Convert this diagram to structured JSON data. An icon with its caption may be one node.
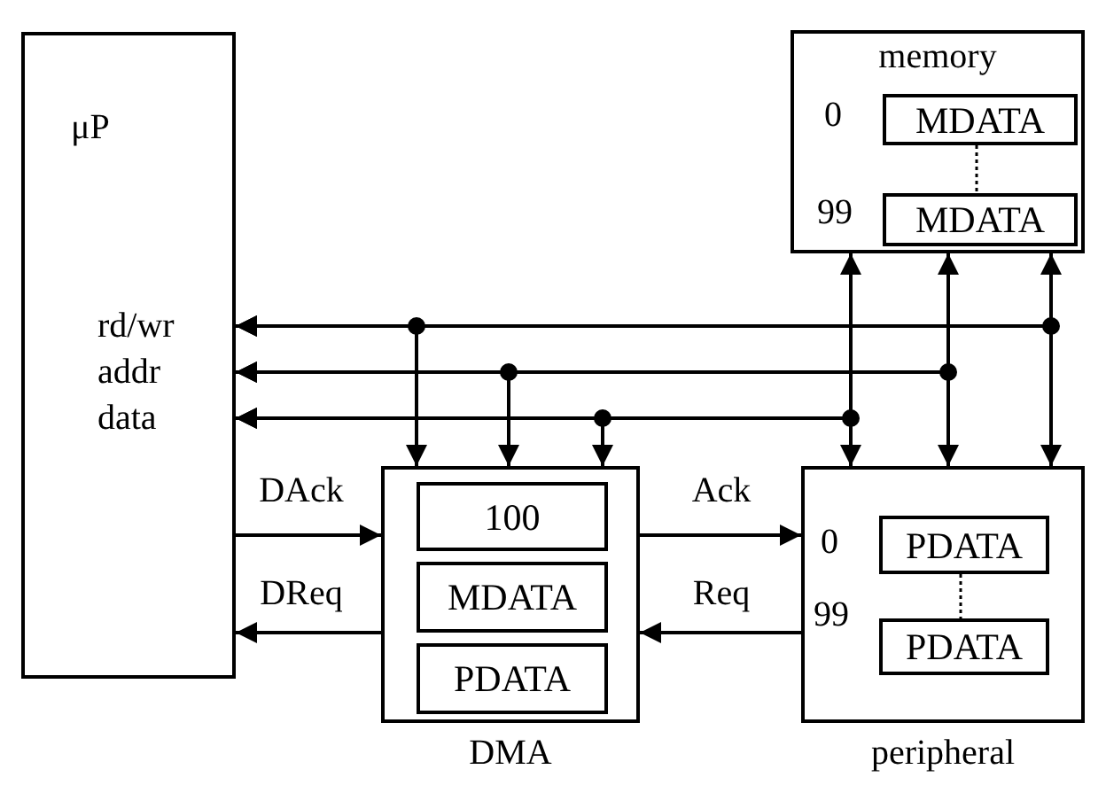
{
  "diagram": {
    "nodes": [
      {
        "text": [
          "μP",
          "rd/wr",
          "addr",
          "data"
        ]
      },
      {
        "text": [
          "memory",
          "0",
          "99"
        ]
      },
      {
        "text": [
          "MDATA"
        ],
        "in": 1
      },
      {
        "text": [
          "MDATA"
        ],
        "in": 1
      },
      {
        "text": [
          "DMA"
        ]
      },
      {
        "text": [
          "100"
        ],
        "in": 4
      },
      {
        "text": [
          "MDATA"
        ],
        "in": 4
      },
      {
        "text": [
          "PDATA"
        ],
        "in": 4
      },
      {
        "text": [
          "0",
          "99",
          "peripheral"
        ]
      },
      {
        "text": [
          "PDATA"
        ],
        "in": 8
      },
      {
        "text": [
          "PDATA"
        ],
        "in": 8
      }
    ],
    "edges": [
      {
        "from": 0,
        "to": 1,
        "arrow": "both"
      },
      {
        "from": 0,
        "to": 8,
        "arrow": "both"
      },
      {
        "from": 0,
        "to": 4,
        "arrow": "both"
      },
      {
        "from": 0,
        "to": 1,
        "arrow": "both"
      },
      {
        "from": 0,
        "to": 8,
        "arrow": "both"
      },
      {
        "from": 0,
        "to": 4,
        "arrow": "both"
      },
      {
        "from": 0,
        "to": 1,
        "arrow": "both"
      },
      {
        "from": 0,
        "to": 8,
        "arrow": "both"
      },
      {
        "from": 0,
        "to": 4,
        "arrow": "both"
      },
      {
        "from": 0,
        "to": 4,
        "arrow": "to",
        "label": "DAck"
      },
      {
        "from": 4,
        "to": 0,
        "arrow": "to",
        "label": "DReq"
      },
      {
        "from": 4,
        "to": 8,
        "arrow": "to",
        "label": "Ack"
      },
      {
        "from": 8,
        "to": 4,
        "arrow": "to",
        "label": "Req"
      },
      {
        "from": 2,
        "to": 3,
        "arrow": "none",
        "style": "dashed"
      },
      {
        "from": 9,
        "to": 10,
        "arrow": "none",
        "style": "dashed"
      }
    ]
  }
}
